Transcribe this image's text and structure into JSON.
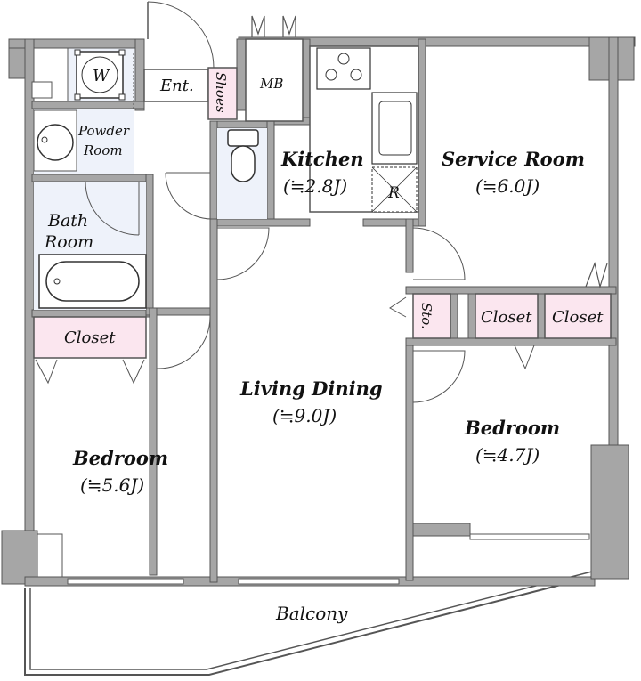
{
  "rooms": {
    "entrance": "Ent.",
    "shoes": "Shoes",
    "mb": "MB",
    "washer": "W",
    "powder": [
      "Powder",
      "Room"
    ],
    "bath": [
      "Bath",
      "Room"
    ],
    "kitchen": {
      "name": "Kitchen",
      "size": "(≒2.8J)"
    },
    "refrigerator": "R",
    "service_room": {
      "name": "Service Room",
      "size": "(≒6.0J)"
    },
    "living_dining": {
      "name": "Living Dining",
      "size": "(≒9.0J)"
    },
    "bedroom_left": {
      "name": "Bedroom",
      "size": "(≒5.6J)"
    },
    "bedroom_right": {
      "name": "Bedroom",
      "size": "(≒4.7J)"
    },
    "closet_left": "Closet",
    "closet_mid": "Closet",
    "closet_right": "Closet",
    "storage": "Sto.",
    "balcony": "Balcony"
  },
  "colors": {
    "wall": "#a6a6a6",
    "wall_edge": "#555555",
    "storage_fill": "#fbe6ef",
    "wet_fill": "#eef2fa",
    "floor": "#ffffff"
  }
}
